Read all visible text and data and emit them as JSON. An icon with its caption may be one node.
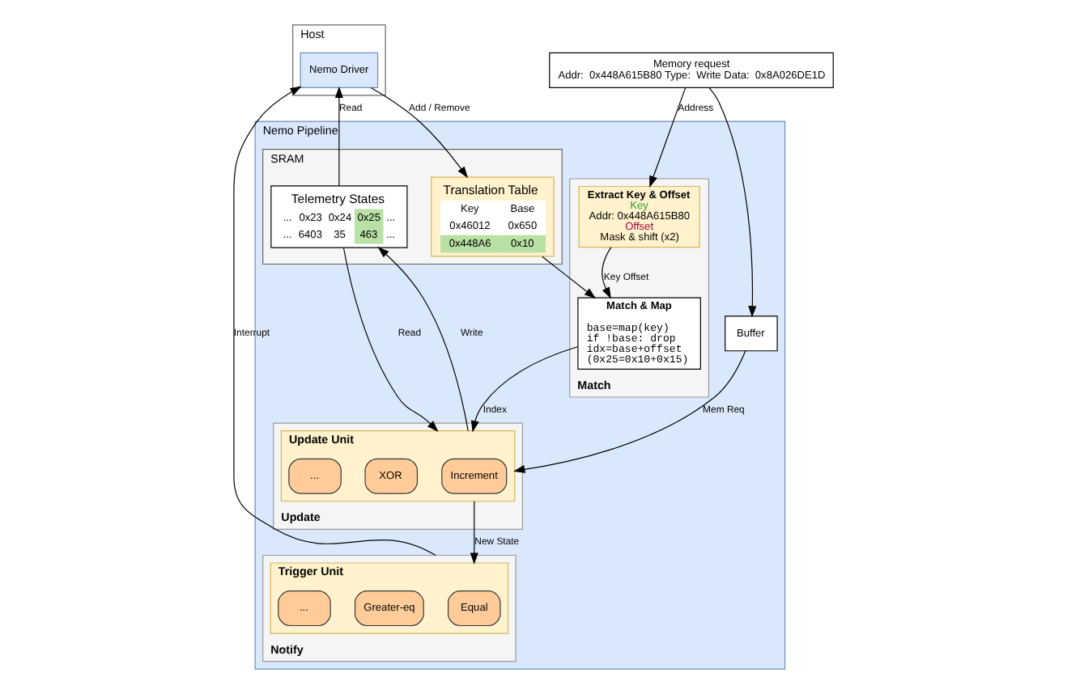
{
  "diagram": {
    "nodes": [
      {
        "text": [
          "Host"
        ]
      },
      {
        "text": [
          "Nemo Driver"
        ],
        "in": 0
      },
      {
        "text": [
          "Memory request",
          "Addr:  0x448A615B80 Type:  Write Data:  0x8A026DE1D"
        ]
      },
      {
        "text": [
          "Nemo Pipeline"
        ]
      },
      {
        "text": [
          "SRAM"
        ],
        "in": 3
      },
      {
        "text": [
          "Translation Table",
          "Key",
          "Base",
          "0x46012",
          "0x650",
          "0x448A6",
          "0x10"
        ],
        "in": 4
      },
      {
        "text": [
          "Telemetry States",
          "...",
          "0x23",
          "0x24",
          "0x25",
          "...",
          "...",
          "6403",
          "35",
          "463",
          "..."
        ],
        "in": 4
      },
      {
        "text": [
          "Buffer"
        ],
        "in": 3
      },
      {
        "text": [
          "Match"
        ],
        "in": 3
      },
      {
        "text": [
          "Extract Key & Offset",
          "Key",
          "Addr: 0x448A615B80",
          "Offset",
          "Mask & shift (x2)"
        ],
        "in": 8
      },
      {
        "text": [
          "Match & Map",
          "base=map(key)",
          "if !base: drop",
          "idx=base+offset",
          "(0x25=0x10+0x15)"
        ],
        "in": 8
      },
      {
        "text": [
          "Update"
        ],
        "in": 3
      },
      {
        "text": [
          "Update Unit"
        ],
        "in": 11
      },
      {
        "text": [
          "Increment"
        ],
        "in": 12
      },
      {
        "text": [
          "XOR"
        ],
        "in": 12
      },
      {
        "text": [
          "..."
        ],
        "in": 12
      },
      {
        "text": [
          "Notify"
        ],
        "in": 3
      },
      {
        "text": [
          "Trigger Unit"
        ],
        "in": 16
      },
      {
        "text": [
          "Equal"
        ],
        "in": 17
      },
      {
        "text": [
          "Greater-eq"
        ],
        "in": 17
      },
      {
        "text": [
          "..."
        ],
        "in": 17
      }
    ],
    "edges": [
      {
        "from": 1,
        "to": 5,
        "arrow": "to",
        "label": "Add / Remove"
      },
      {
        "from": 6,
        "to": 1,
        "arrow": "to",
        "label": "Read"
      },
      {
        "from": 16,
        "to": 1,
        "arrow": "to",
        "label": "Interrupt"
      },
      {
        "from": 2,
        "to": 7,
        "arrow": "to"
      },
      {
        "from": 2,
        "to": 9,
        "arrow": "to",
        "label": "Address"
      },
      {
        "from": 7,
        "to": 12,
        "arrow": "to",
        "label": "Mem Req"
      },
      {
        "from": 5,
        "to": 10,
        "arrow": "to"
      },
      {
        "from": 9,
        "to": 10,
        "arrow": "to",
        "label": "Key Offset"
      },
      {
        "from": 10,
        "to": 12,
        "arrow": "to",
        "label": "Index"
      },
      {
        "from": 6,
        "to": 12,
        "arrow": "to",
        "label": "Read"
      },
      {
        "from": 12,
        "to": 6,
        "arrow": "to",
        "label": "Write"
      },
      {
        "from": 12,
        "to": 17,
        "arrow": "to",
        "label": "New State"
      }
    ]
  }
}
